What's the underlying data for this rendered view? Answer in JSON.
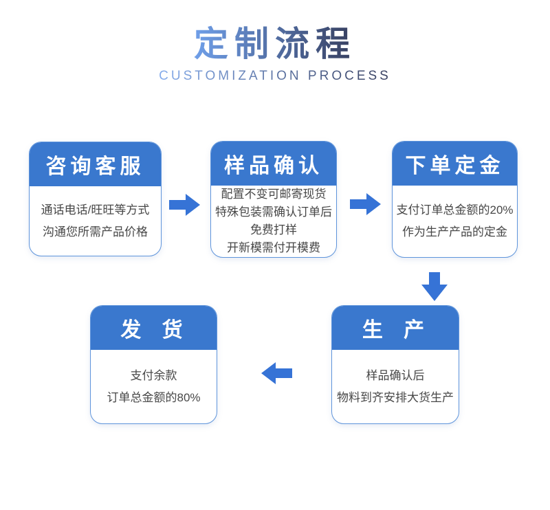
{
  "page": {
    "title": "定制流程",
    "subtitle": "CUSTOMIZATION PROCESS"
  },
  "colors": {
    "title_gradient_start": "#6F9FE9",
    "title_gradient_end": "#363E5E",
    "step_header_bg": "#3A78CE",
    "step_header_text": "#FFFFFF",
    "arrow": "#3673D6",
    "box_border": "#5E94DB",
    "body_text": "#474747",
    "background": "#FFFFFF"
  },
  "steps": [
    {
      "title": "咨询客服",
      "lines": [
        "通话电话/旺旺等方式",
        "沟通您所需产品价格"
      ]
    },
    {
      "title": "样品确认",
      "lines": [
        "配置不变可邮寄现货",
        "特殊包装需确认订单后",
        "免费打样",
        "开新模需付开模费"
      ]
    },
    {
      "title": "下单定金",
      "lines": [
        "支付订单总金额的20%",
        "作为生产产品的定金"
      ]
    },
    {
      "title": "生 产",
      "lines": [
        "样品确认后",
        "物料到齐安排大货生产"
      ]
    },
    {
      "title": "发 货",
      "lines": [
        "支付余款",
        "订单总金额的80%"
      ]
    }
  ],
  "arrows": [
    {
      "direction": "right"
    },
    {
      "direction": "right"
    },
    {
      "direction": "down"
    },
    {
      "direction": "left"
    }
  ]
}
